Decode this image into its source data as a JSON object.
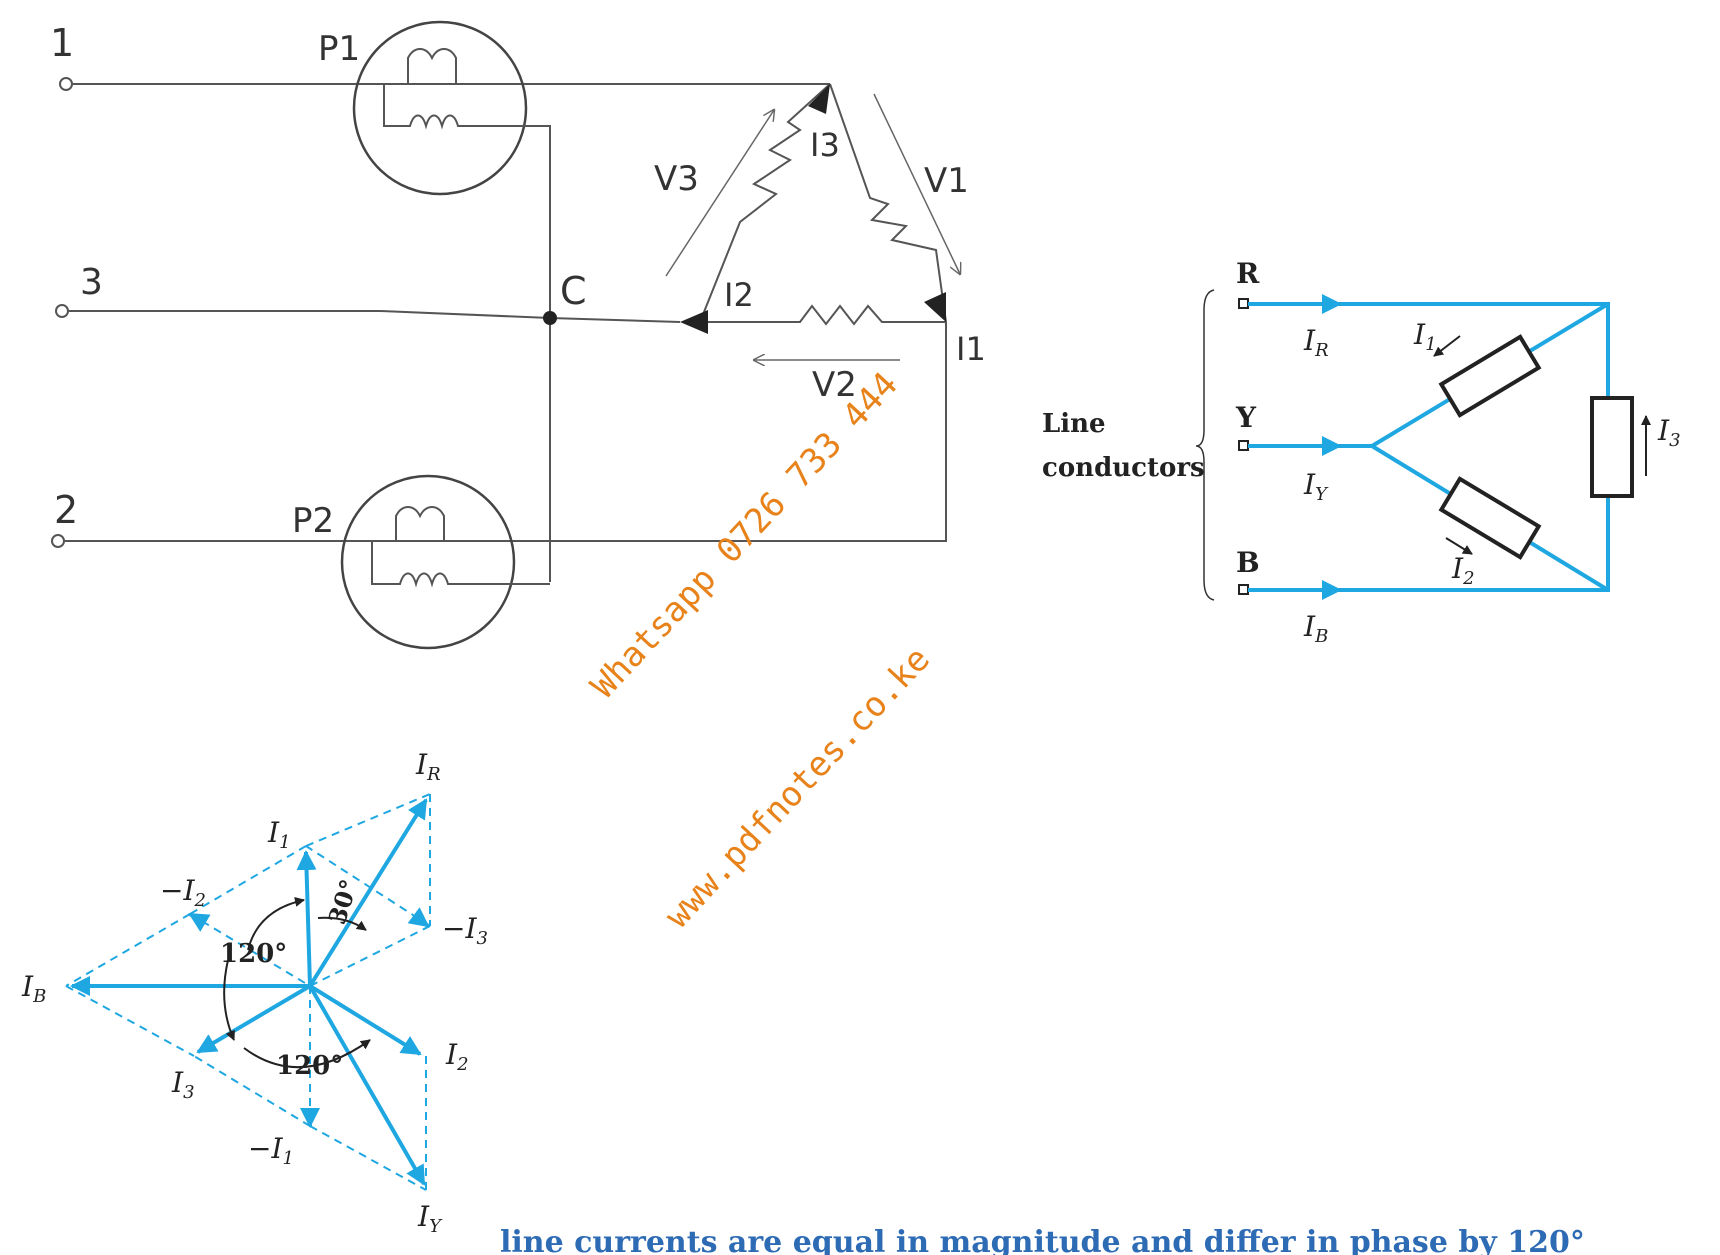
{
  "circuit": {
    "terminals": [
      "1",
      "3",
      "2"
    ],
    "meters": [
      "P1",
      "P2"
    ],
    "junction": "C",
    "voltages": [
      "V3",
      "V1",
      "V2"
    ],
    "currents": [
      "I3",
      "I2",
      "I1"
    ]
  },
  "delta_load": {
    "lines": [
      "R",
      "Y",
      "B"
    ],
    "line_currents": [
      "I",
      "I",
      "I"
    ],
    "line_subscripts": [
      "R",
      "Y",
      "B"
    ],
    "phase_currents": [
      "I",
      "I",
      "I"
    ],
    "phase_subscripts": [
      "1",
      "2",
      "3"
    ],
    "bracket_label_1": "Line",
    "bracket_label_2": "conductors"
  },
  "phasor": {
    "labels": {
      "IR": "I",
      "IR_sub": "R",
      "I1": "I",
      "I1_sub": "1",
      "neg_I2": "−I",
      "neg_I2_sub": "2",
      "neg_I3": "−I",
      "neg_I3_sub": "3",
      "IB": "I",
      "IB_sub": "B",
      "I3": "I",
      "I3_sub": "3",
      "I2": "I",
      "I2_sub": "2",
      "neg_I1": "−I",
      "neg_I1_sub": "1",
      "IY": "I",
      "IY_sub": "Y"
    },
    "angles": [
      "120°",
      "120°",
      "30°"
    ]
  },
  "watermark": {
    "line1": "Whatsapp 0726 733 444",
    "line2": "www.pdfnotes.co.ke"
  },
  "caption": "line currents are equal in magnitude and differ in phase by 120°",
  "colors": {
    "accent": "#1ea7e1",
    "watermark": "#e8821a",
    "caption": "#2e6bb5"
  }
}
